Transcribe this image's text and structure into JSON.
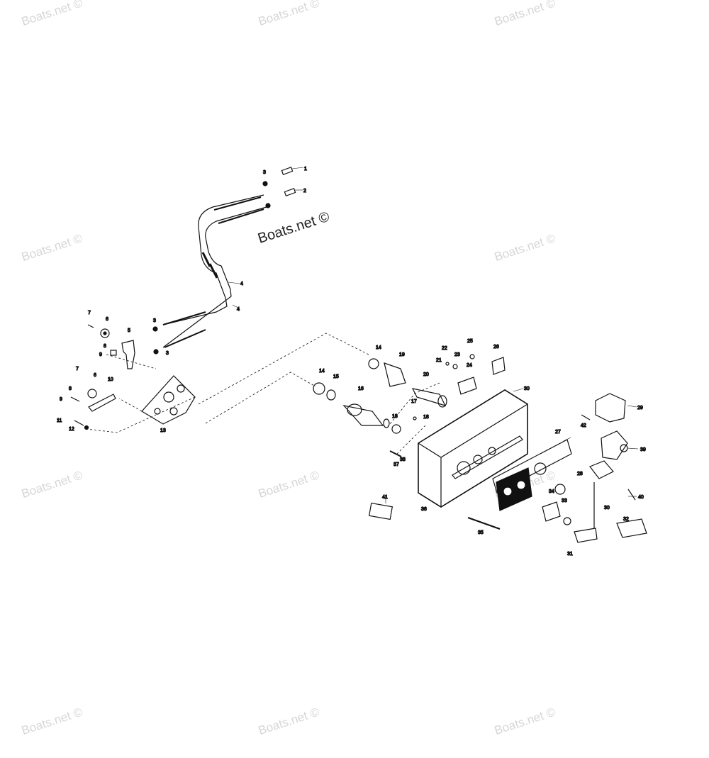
{
  "watermark": {
    "text": "Boats.net ©",
    "main_text": "Boats.net ©"
  },
  "diagram": {
    "part_labels": [
      "1",
      "2",
      "3",
      "3",
      "3",
      "4",
      "4",
      "5",
      "6",
      "6",
      "7",
      "7",
      "8",
      "8",
      "9",
      "9",
      "10",
      "11",
      "12",
      "13",
      "14",
      "14",
      "15",
      "16",
      "17",
      "18",
      "18",
      "19",
      "20",
      "21",
      "22",
      "23",
      "24",
      "25",
      "26",
      "27",
      "28",
      "29",
      "30",
      "30",
      "31",
      "32",
      "33",
      "34",
      "35",
      "36",
      "37",
      "38",
      "39",
      "40",
      "41",
      "42"
    ]
  }
}
